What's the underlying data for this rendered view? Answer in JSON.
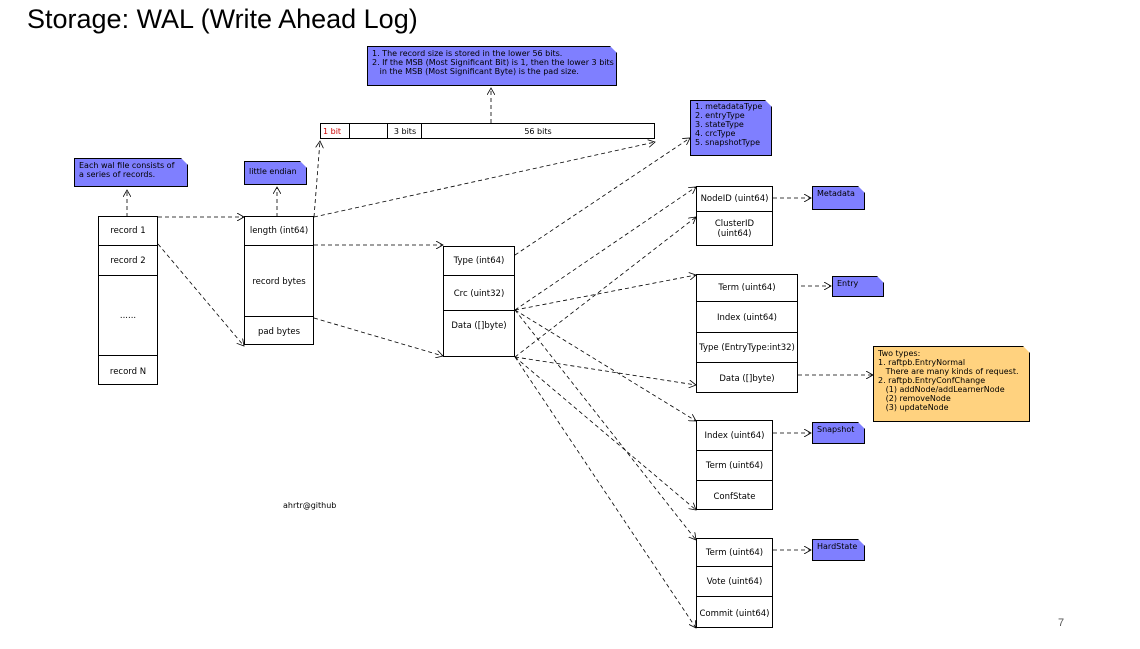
{
  "title": "Storage: WAL (Write Ahead Log)",
  "page_number": "7",
  "credit": "ahrtr@github",
  "colors": {
    "note_blue": "#7f7fff",
    "note_orange": "#ffd27f",
    "bit_red": "#cc0000"
  },
  "notes": {
    "wal_file": [
      "Each wal file consists of",
      "a series of records."
    ],
    "endian": [
      "little endian"
    ],
    "record_size": [
      "1. The record size is stored in the lower 56 bits.",
      "2. If the MSB (Most Significant Bit) is 1, then the lower 3 bits",
      "   in the MSB (Most Significant Byte) is the pad size."
    ],
    "types": [
      "1. metadataType",
      "2. entryType",
      "3. stateType",
      "4. crcType",
      "5. snapshotType"
    ],
    "metadata": [
      "Metadata"
    ],
    "entry": [
      "Entry"
    ],
    "snapshot": [
      "Snapshot"
    ],
    "hardstate": [
      "HardState"
    ],
    "entry_types": [
      "Two types:",
      "1. raftpb.EntryNormal",
      "   There are many kinds of request.",
      "2. raftpb.EntryConfChange",
      "   (1) addNode/addLearnerNode",
      "   (2) removeNode",
      "   (3) updateNode"
    ]
  },
  "bits": {
    "b1": "1 bit",
    "b2": "",
    "b3": "3 bits",
    "b4": "56 bits"
  },
  "records": [
    "record 1",
    "record 2",
    "......",
    "record N"
  ],
  "record_fields": [
    "length (int64)",
    "record bytes",
    "pad bytes"
  ],
  "wal_record": [
    "Type (int64)",
    "Crc (uint32)",
    "Data ([]byte)"
  ],
  "metadata_fields": [
    "NodeID (uint64)",
    "ClusterID (uint64)"
  ],
  "entry_fields": [
    "Term (uint64)",
    "Index (uint64)",
    "Type (EntryType:int32)",
    "Data ([]byte)"
  ],
  "snapshot_fields": [
    "Index (uint64)",
    "Term (uint64)",
    "ConfState"
  ],
  "hardstate_fields": [
    "Term (uint64)",
    "Vote (uint64)",
    "Commit (uint64)"
  ]
}
